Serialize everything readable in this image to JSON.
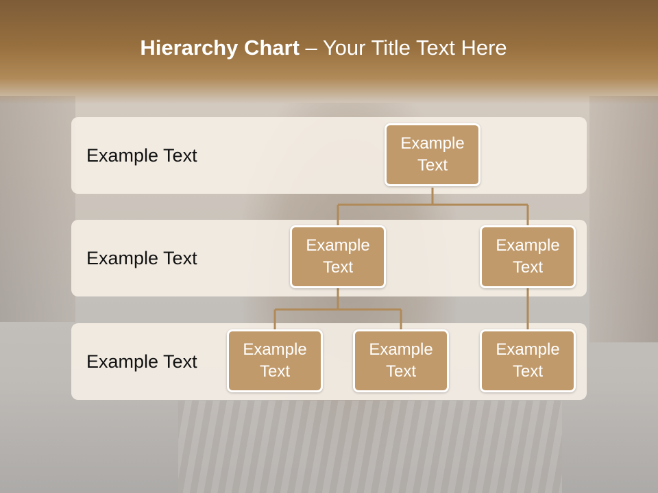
{
  "title": {
    "bold": "Hierarchy Chart",
    "rest": " – Your Title Text Here"
  },
  "bands": [
    {
      "label": "Example Text"
    },
    {
      "label": "Example Text"
    },
    {
      "label": "Example Text"
    }
  ],
  "nodes": {
    "root": "Example Text",
    "level2_left": "Example Text",
    "level2_right": "Example Text",
    "level3_a": "Example Text",
    "level3_b": "Example Text",
    "level3_c": "Example Text"
  },
  "colors": {
    "header_brown": "#98703f",
    "node_fill": "#c19a6b",
    "node_border": "#ffffff",
    "connector": "#b08a58",
    "band_fill": "#f5eee6"
  }
}
